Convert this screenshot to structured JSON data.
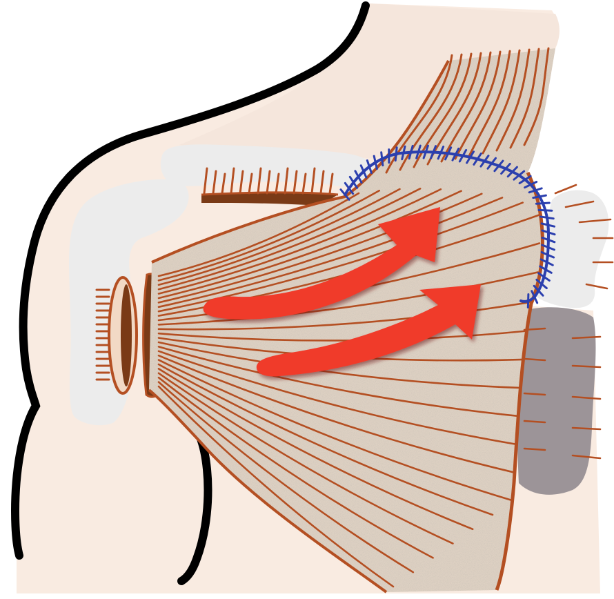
{
  "diagram": {
    "subject": "",
    "colors": {
      "page": "#ffffff",
      "skin": "#f9ebe1",
      "skin_upper": "#f5e6dc",
      "outline": "#000000",
      "bone": "#ececec",
      "bone_shadow": "#dedede",
      "muscle_fill": "#ddd0c2",
      "muscle_speckle": "#a2917f",
      "muscle_fiber": "#b44f22",
      "tendon_dark": "#7a3a16",
      "suture": "#2b3fae",
      "arrow": "#f03b2a",
      "arrow_shadow": "#8f1a12",
      "shadow_tissue": "#9c9498"
    },
    "arrows": [
      {
        "name": "upper-arrow",
        "direction": "up-right"
      },
      {
        "name": "lower-arrow",
        "direction": "up-right"
      }
    ],
    "icons": [
      "suture-line-icon",
      "motion-arrow-icon"
    ]
  }
}
